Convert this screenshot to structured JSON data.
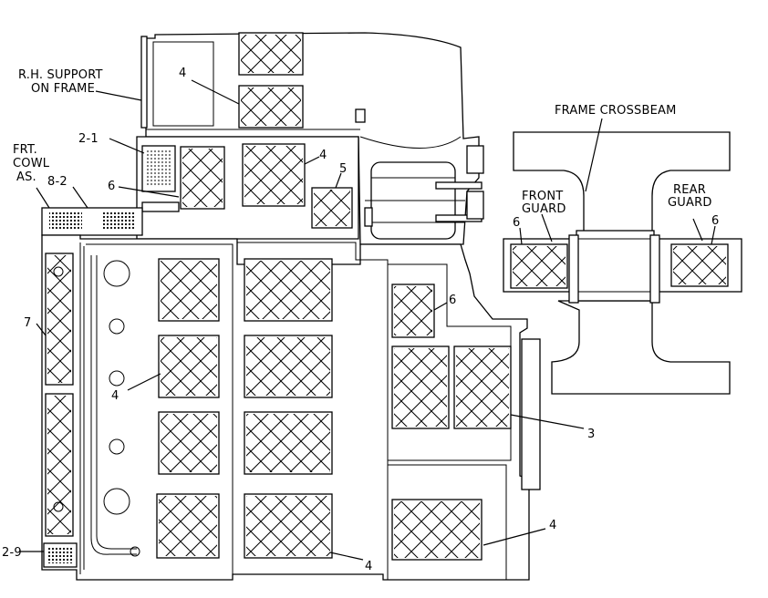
{
  "labels": {
    "rh_support_1": "R.H. SUPPORT",
    "rh_support_2": "ON FRAME",
    "frt_cowl_1": "FRT.",
    "frt_cowl_2": "COWL",
    "frt_cowl_3": "AS.",
    "frame_crossbeam": "FRAME CROSSBEAM",
    "front_guard_1": "FRONT",
    "front_guard_2": "GUARD",
    "rear_guard_1": "REAR",
    "rear_guard_2": "GUARD"
  },
  "callouts": {
    "c_4_top": "4",
    "c_2_1": "2-1",
    "c_4_mid": "4",
    "c_5": "5",
    "c_8_2": "8-2",
    "c_6_left": "6",
    "c_7": "7",
    "c_4_left": "4",
    "c_6_center": "6",
    "c_3": "3",
    "c_4_bottom_right": "4",
    "c_4_bottom": "4",
    "c_2_9": "2-9",
    "c_6_front": "6",
    "c_6_rear": "6"
  },
  "colors": {
    "line": "#000000",
    "background": "#ffffff"
  }
}
